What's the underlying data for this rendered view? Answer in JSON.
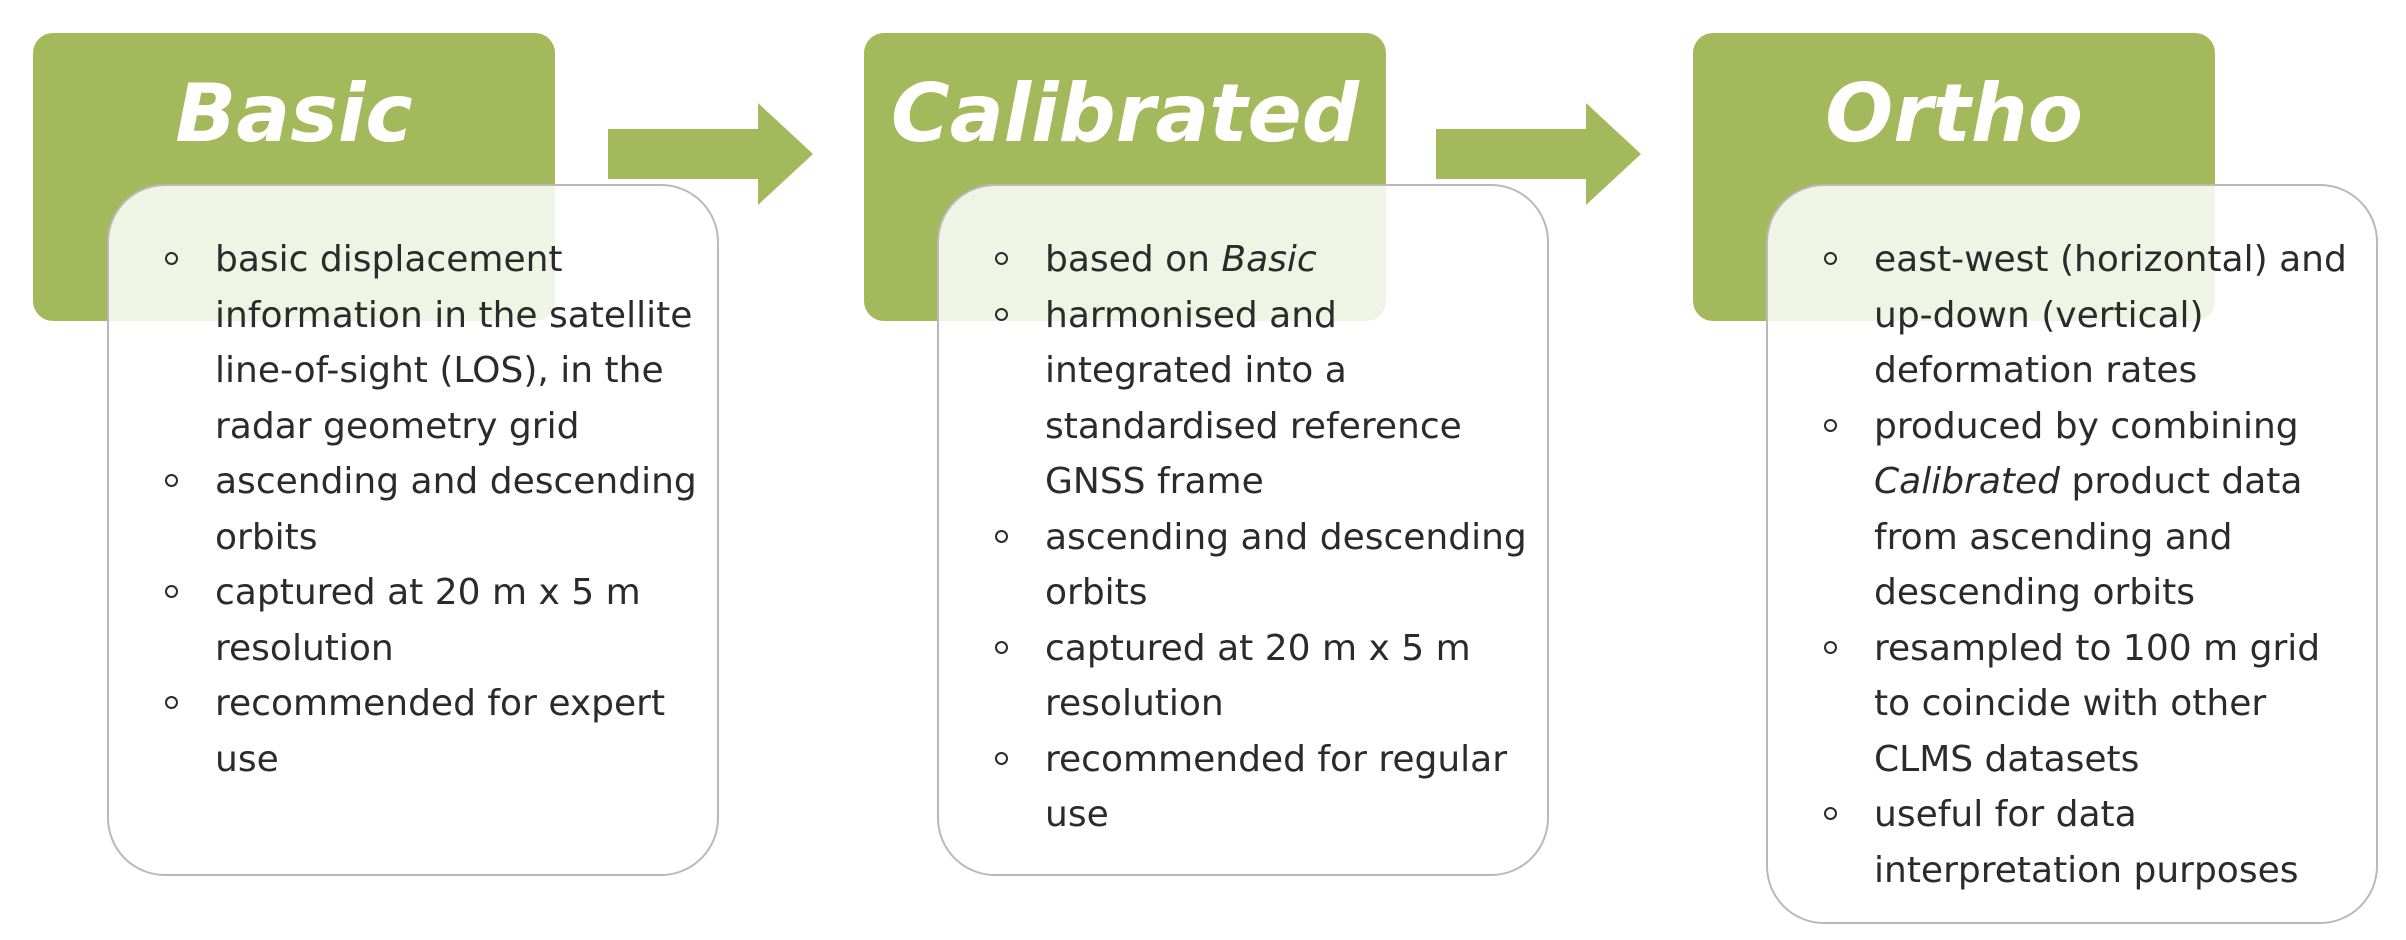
{
  "colors": {
    "header_fill": "#a4b85c",
    "header_text": "#ffffff",
    "card_border": "#b9b9b9",
    "body_text": "#2b2b2b"
  },
  "stages": [
    {
      "title": "Basic",
      "bullets": [
        {
          "parts": [
            {
              "text": "basic displacement information in the satellite line-of-sight (LOS), in the radar geometry grid"
            }
          ]
        },
        {
          "parts": [
            {
              "text": "ascending and descending orbits"
            }
          ]
        },
        {
          "parts": [
            {
              "text": "captured at 20 m x 5 m resolution"
            }
          ]
        },
        {
          "parts": [
            {
              "text": "recommended for expert use"
            }
          ]
        }
      ]
    },
    {
      "title": "Calibrated",
      "bullets": [
        {
          "parts": [
            {
              "text": "based on "
            },
            {
              "text": "Basic",
              "italic": true
            }
          ]
        },
        {
          "parts": [
            {
              "text": "harmonised and integrated into a standardised reference GNSS frame"
            }
          ]
        },
        {
          "parts": [
            {
              "text": "ascending and descending orbits"
            }
          ]
        },
        {
          "parts": [
            {
              "text": "captured at 20 m x 5 m resolution"
            }
          ]
        },
        {
          "parts": [
            {
              "text": "recommended for regular use"
            }
          ]
        }
      ]
    },
    {
      "title": "Ortho",
      "bullets": [
        {
          "parts": [
            {
              "text": "east-west (horizontal) and up-down (vertical) deformation rates"
            }
          ]
        },
        {
          "parts": [
            {
              "text": "produced by combining "
            },
            {
              "text": "Calibrated",
              "italic": true
            },
            {
              "text": " product data from ascending and descending orbits"
            }
          ]
        },
        {
          "parts": [
            {
              "text": "resampled to 100 m grid to coincide with other CLMS datasets"
            }
          ]
        },
        {
          "parts": [
            {
              "text": "useful for data interpretation purposes"
            }
          ]
        }
      ]
    }
  ]
}
